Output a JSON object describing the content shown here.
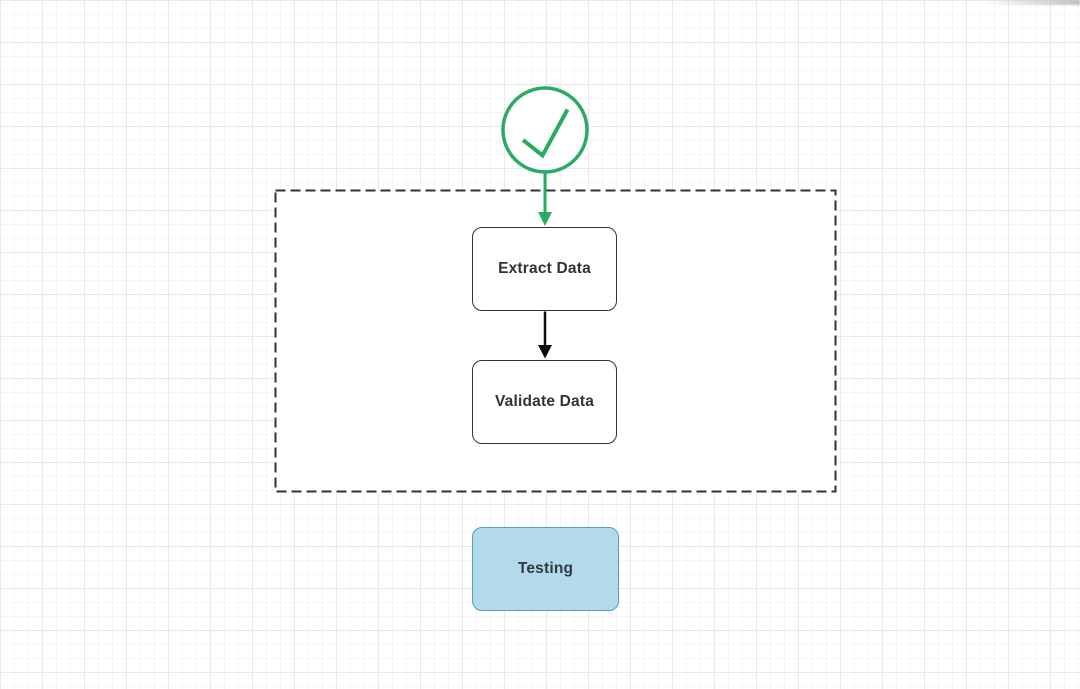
{
  "canvas": {
    "background_color": "#ffffff",
    "grid_minor_color": "#f5f5f7",
    "grid_major_color": "#e9e9ec"
  },
  "diagram": {
    "success_node": {
      "icon": "check-circle-icon",
      "color": "#2aab63"
    },
    "group_container": {
      "border_style": "dashed",
      "border_color": "#2b3442",
      "fill": "#ffffff"
    },
    "nodes": [
      {
        "label": "Extract Data",
        "fill": "#ffffff",
        "border_color": "#333333"
      },
      {
        "label": "Validate Data",
        "fill": "#ffffff",
        "border_color": "#333333"
      },
      {
        "label": "Testing",
        "fill": "#b2daea",
        "border_color": "#5f9cb3"
      }
    ],
    "connectors": [
      {
        "from": "check-circle",
        "to": "Extract Data",
        "color": "#2aab63"
      },
      {
        "from": "Extract Data",
        "to": "Validate Data",
        "color": "#0d0d0d"
      }
    ]
  }
}
